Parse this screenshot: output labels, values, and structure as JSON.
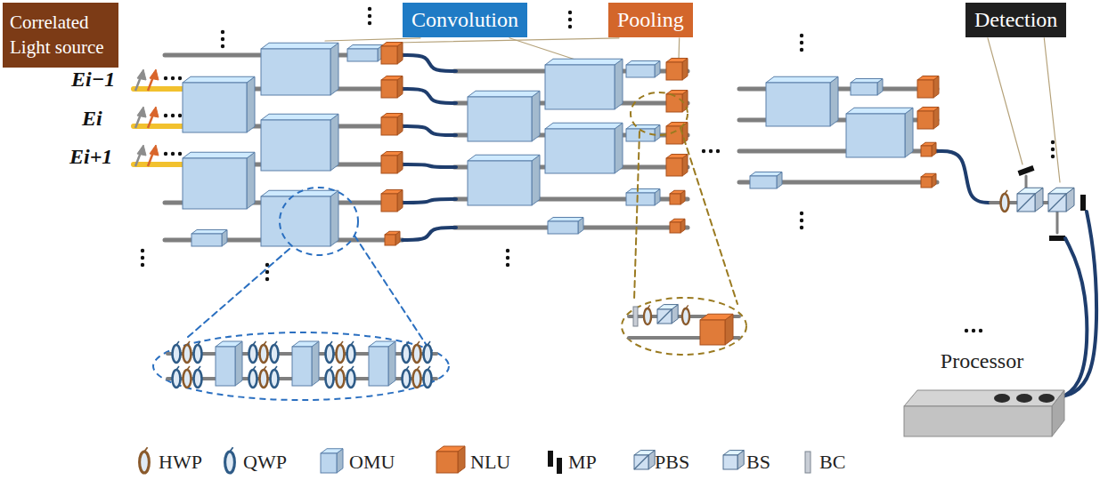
{
  "diagram": {
    "nodes": [
      {
        "text": [
          "Correlated Light source"
        ]
      },
      {
        "text": [
          "Convolution"
        ]
      },
      {
        "text": [
          "Pooling"
        ]
      },
      {
        "text": [
          "Detection"
        ]
      },
      {
        "text": [
          "Processor"
        ]
      }
    ],
    "labels": [
      "Ei−1",
      "Ei",
      "Ei+1"
    ],
    "legend": [
      {
        "text": "HWP"
      },
      {
        "text": "QWP"
      },
      {
        "text": "OMU"
      },
      {
        "text": "NLU"
      },
      {
        "text": "MP"
      },
      {
        "text": "PBS"
      },
      {
        "text": "BS"
      },
      {
        "text": "BC"
      }
    ]
  }
}
